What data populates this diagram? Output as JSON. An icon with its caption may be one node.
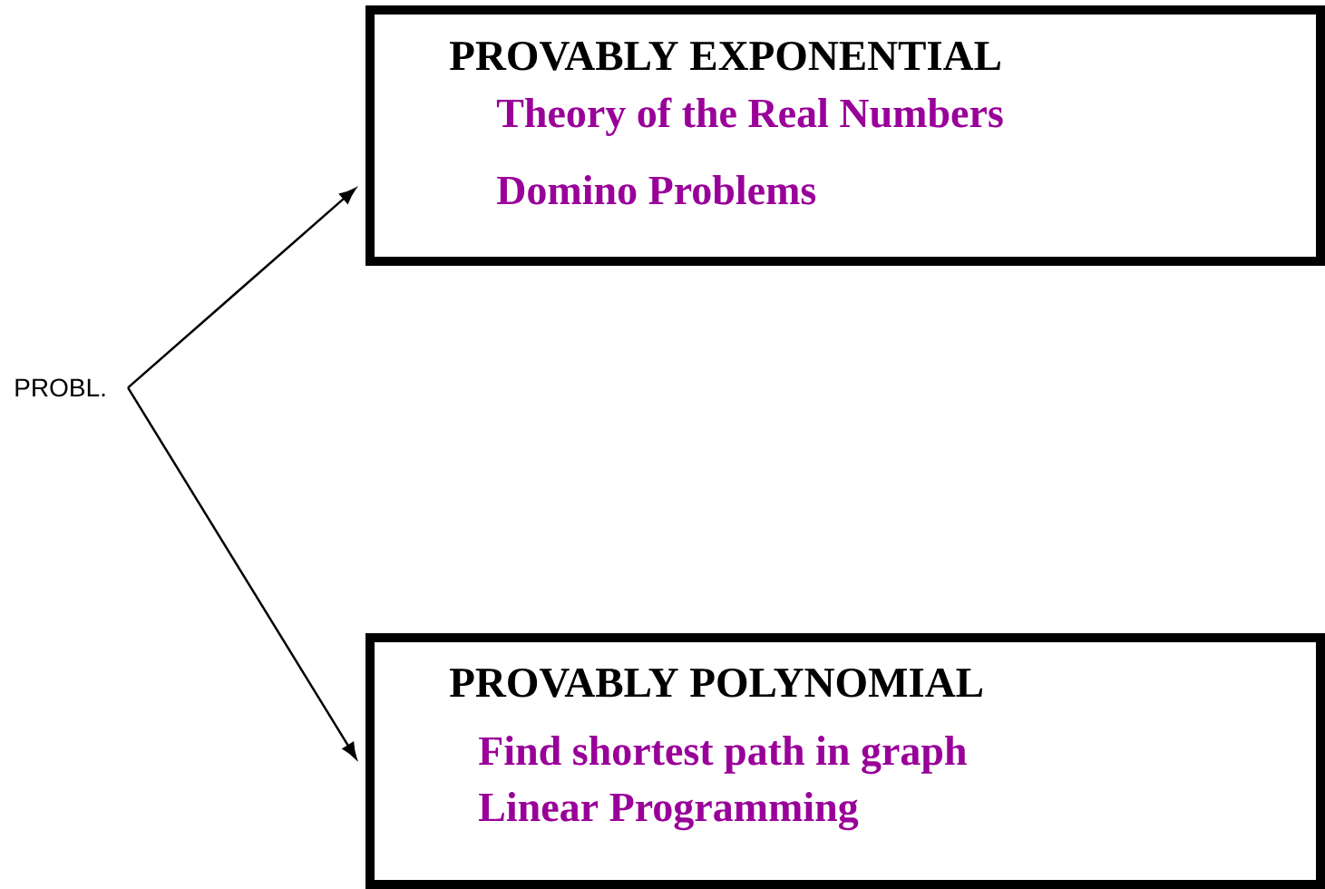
{
  "diagram": {
    "nodes": [
      {
        "text": [
          "PROBL."
        ]
      },
      {
        "text": [
          "PROVABLY EXPONENTIAL",
          "Theory of the Real Numbers",
          "Domino Problems"
        ]
      },
      {
        "text": [
          "PROVABLY POLYNOMIAL",
          "Find shortest path in graph",
          "Linear Programming"
        ]
      }
    ],
    "edges": [
      {
        "from": 0,
        "to": 1,
        "arrow": "to"
      },
      {
        "from": 0,
        "to": 2,
        "arrow": "to"
      }
    ]
  }
}
